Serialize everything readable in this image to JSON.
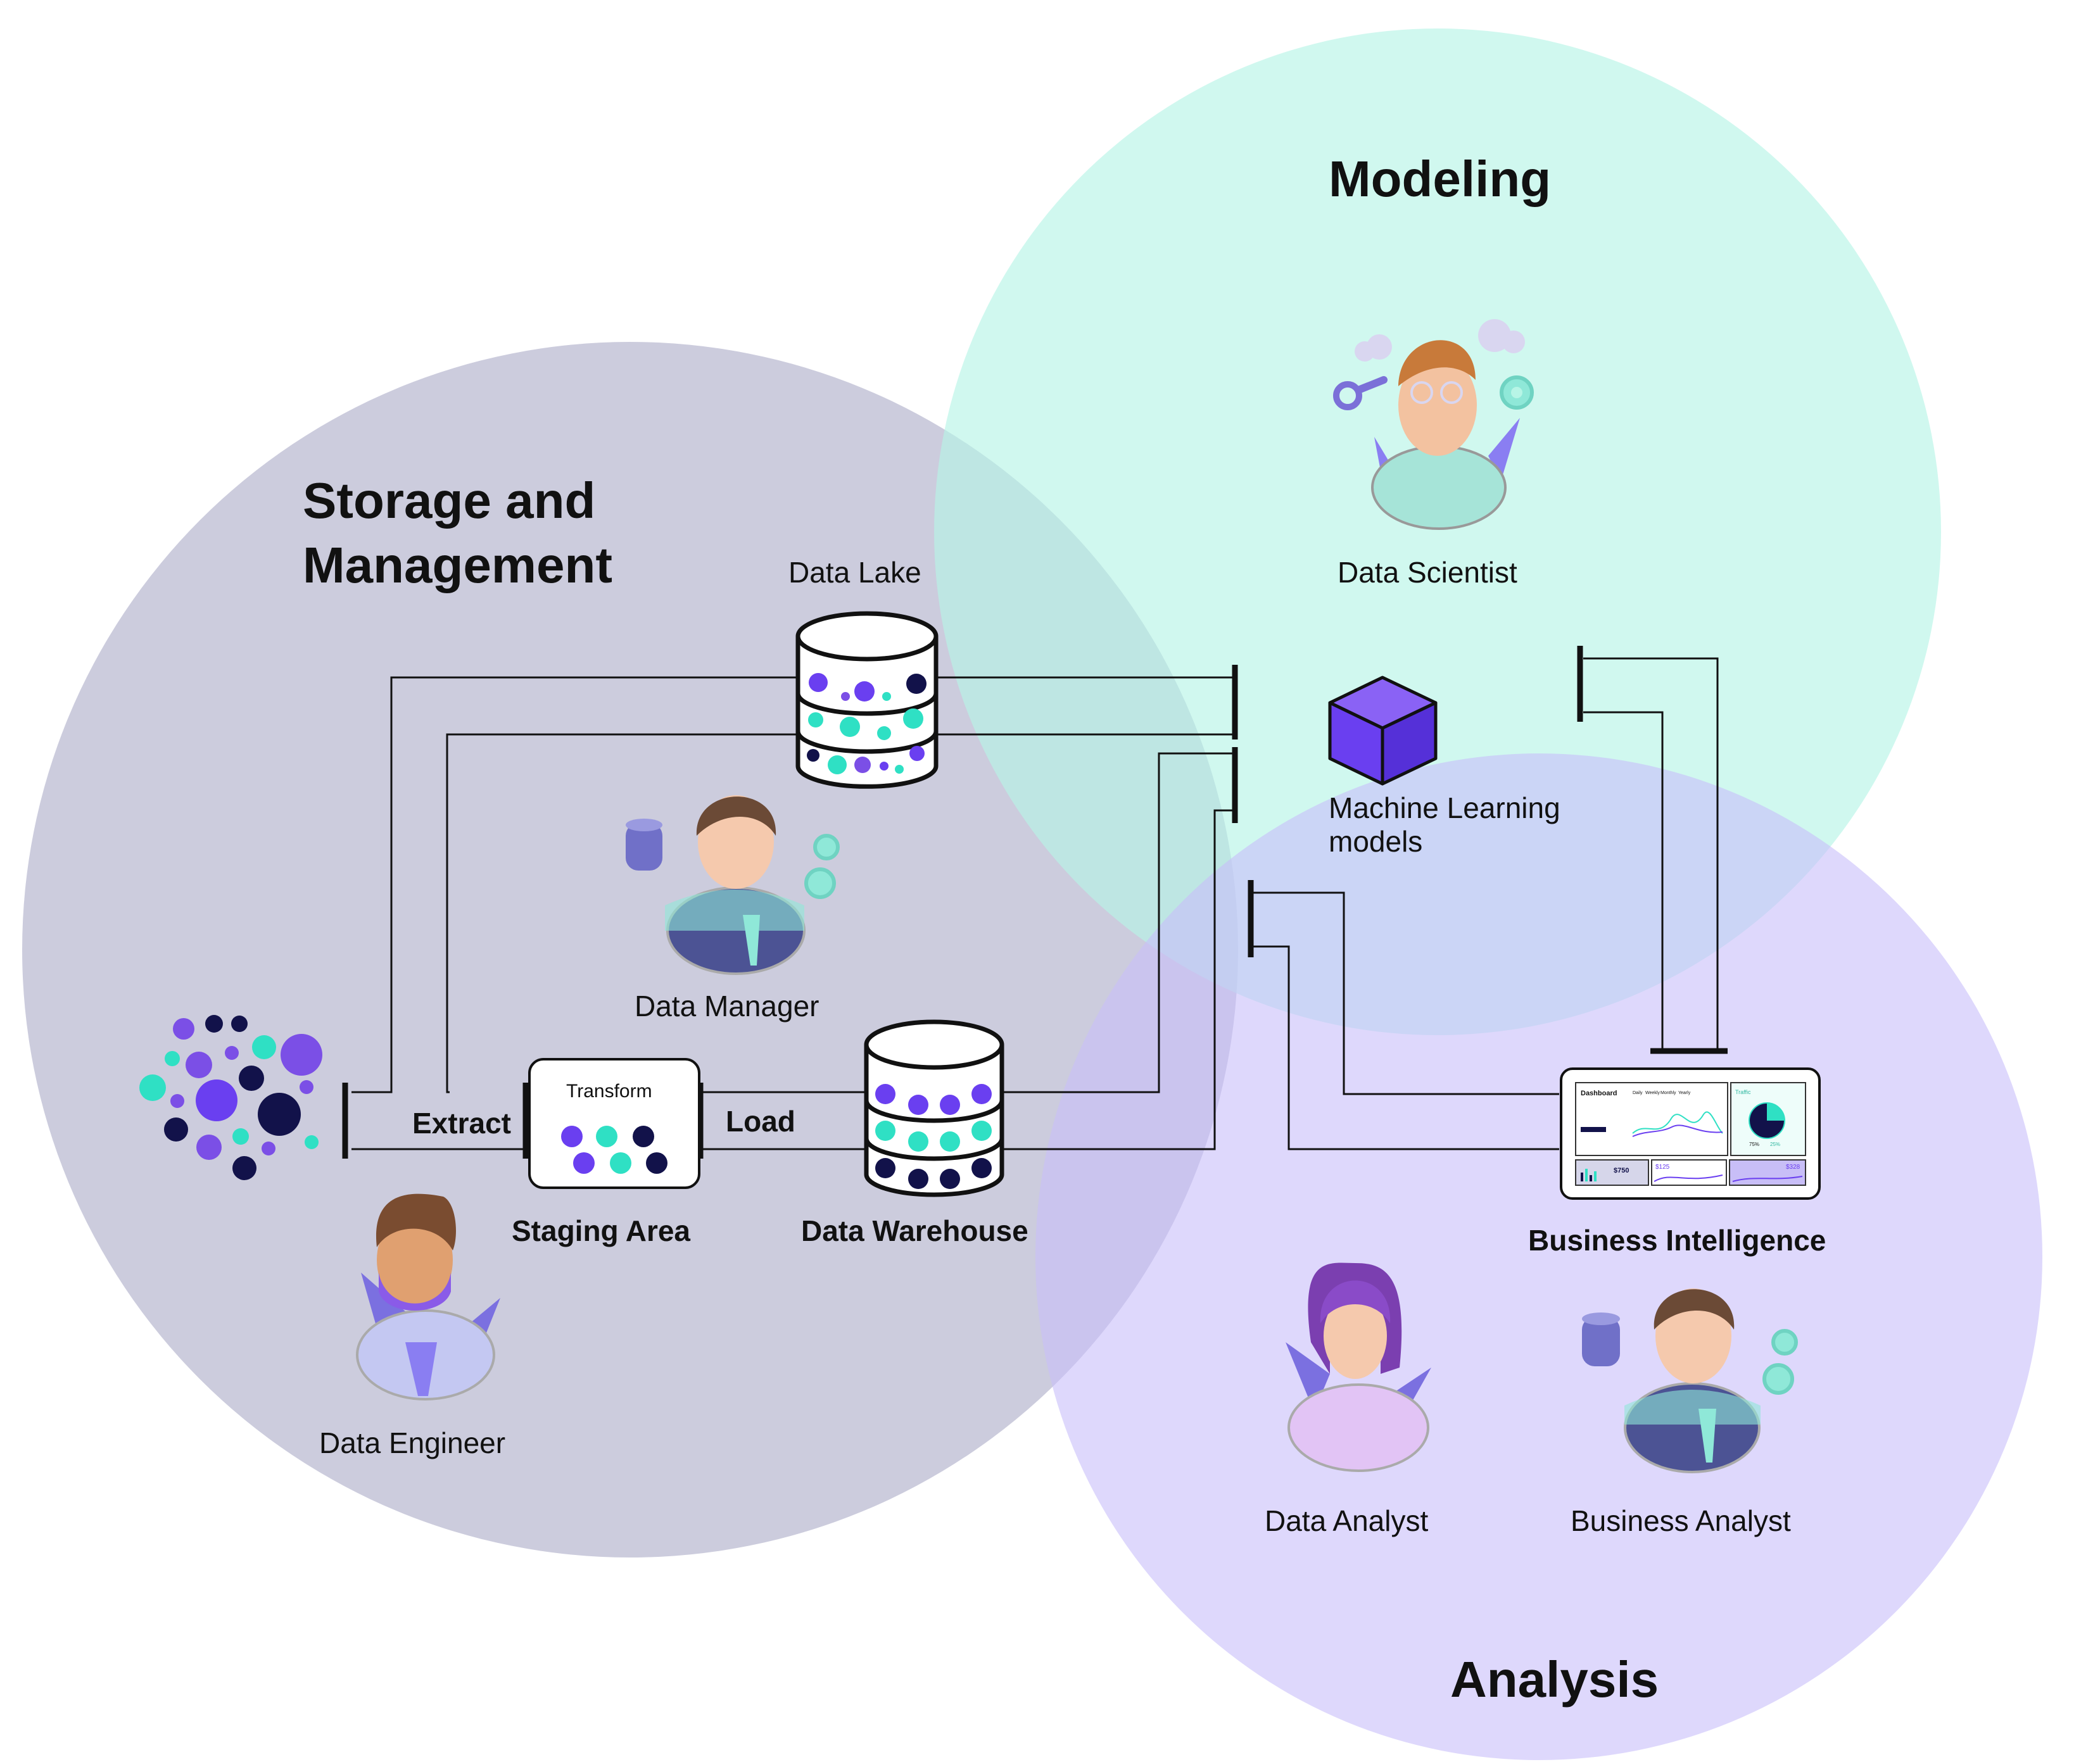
{
  "regions": {
    "storage": {
      "title_line1": "Storage and",
      "title_line2": "Management",
      "color": "#b7b6cf"
    },
    "modeling": {
      "title": "Modeling",
      "color": "#b7f5e6"
    },
    "analysis": {
      "title": "Analysis",
      "color": "#c8befa"
    }
  },
  "nodes": {
    "data_lake": "Data Lake",
    "data_warehouse": "Data Warehouse",
    "staging_area": "Staging Area",
    "transform": "Transform",
    "ml_models_line1": "Machine Learning",
    "ml_models_line2": "models",
    "business_intelligence": "Business Intelligence"
  },
  "flow_labels": {
    "extract": "Extract",
    "load": "Load"
  },
  "roles": {
    "data_scientist": "Data Scientist",
    "data_manager": "Data Manager",
    "data_engineer": "Data Engineer",
    "data_analyst": "Data Analyst",
    "business_analyst": "Business Analyst"
  },
  "dashboard": {
    "title": "Dashboard",
    "tabs": [
      "Daily",
      "Weekly",
      "Monthly",
      "Yearly"
    ],
    "traffic": "Traffic",
    "pct_a": "75%",
    "pct_b": "25%",
    "cards": [
      "$750",
      "$125",
      "$328"
    ]
  },
  "colors": {
    "purple": "#6a3ff0",
    "teal": "#2fe0c4",
    "navy": "#12124a",
    "cube": "#6a3ff0"
  }
}
